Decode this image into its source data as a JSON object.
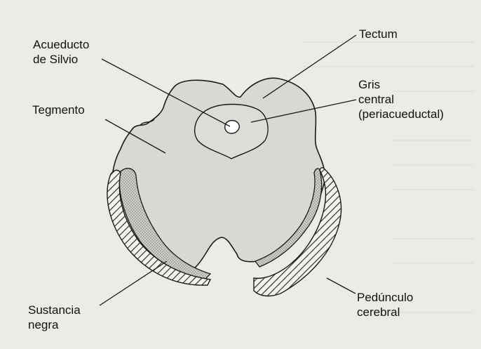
{
  "labels": {
    "acueducto": [
      "Acueducto",
      "de Silvio"
    ],
    "tegmento": "Tegmento",
    "tectum": "Tectum",
    "gris": [
      "Gris",
      "central",
      "(periacueductal)"
    ],
    "sustancia": [
      "Sustancia",
      "negra"
    ],
    "pedunculo": [
      "Pedúnculo",
      "cerebral"
    ]
  },
  "colors": {
    "background": "#ecebe6",
    "tissue": "#d9d8d2",
    "stipple": "#9a9995",
    "hatch": "#222222",
    "outline": "#1a1a1a"
  }
}
